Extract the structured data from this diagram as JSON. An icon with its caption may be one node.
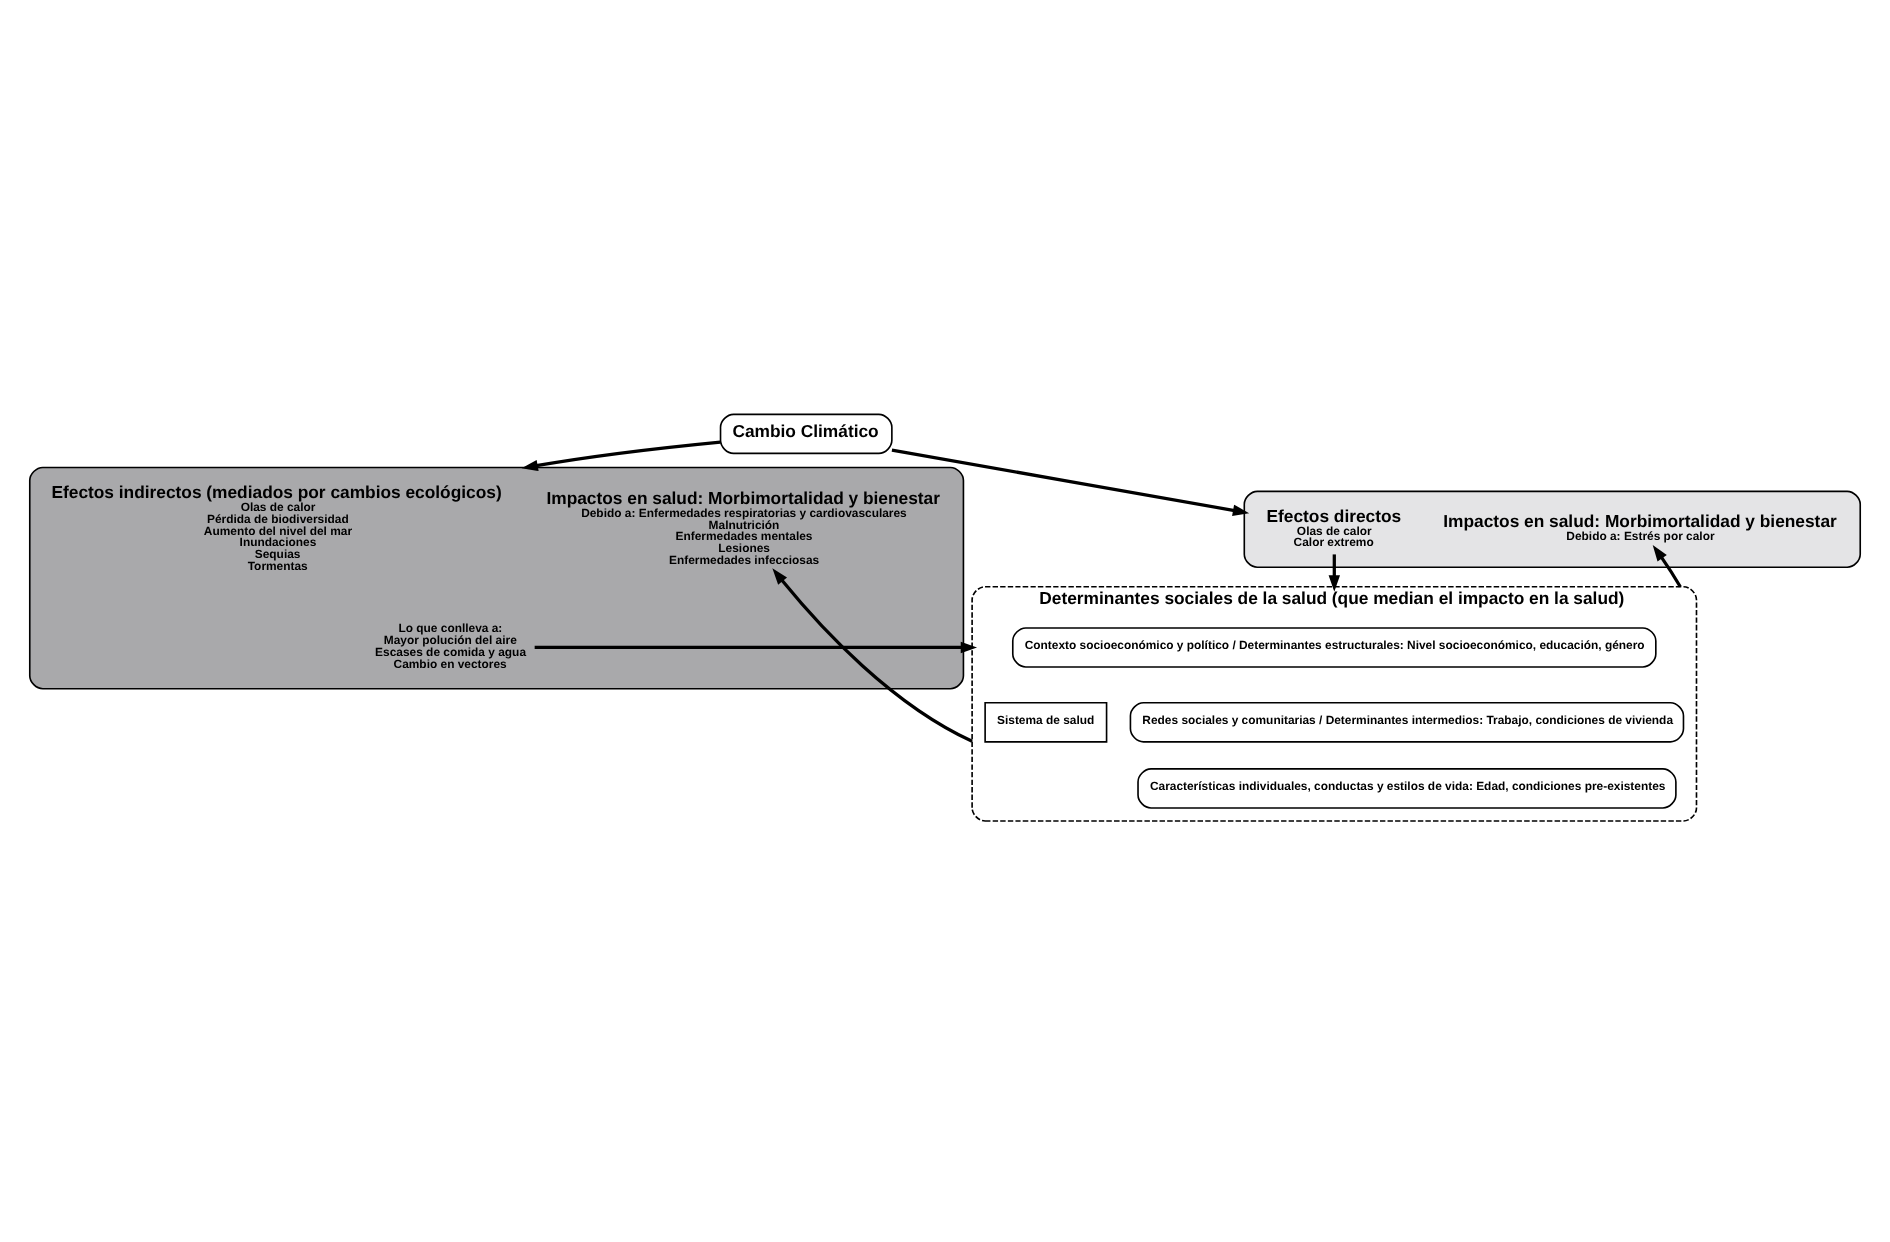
{
  "diagram": {
    "nodes": [
      {
        "text": [
          "Cambio Climático"
        ]
      },
      {
        "text": [],
        "shape": "box"
      },
      {
        "text": [
          "Efectos directos",
          "Olas de calor",
          "Calor extremo"
        ],
        "in": 1
      },
      {
        "text": [
          "Impactos en salud: Morbimortalidad y bienestar",
          "Debido a: Estrés por calor"
        ],
        "in": 1
      },
      {
        "text": [],
        "shape": "box"
      },
      {
        "text": [
          "Efectos indirectos (mediados por cambios ecológicos)",
          "Olas de calor",
          "Pérdida de biodiversidad",
          "Aumento del nivel del mar",
          "Inundaciones",
          "Sequias",
          "Tormentas"
        ],
        "in": 4
      },
      {
        "text": [
          "Lo que conlleva a:",
          "Mayor polución del aire",
          "Escases de comida y agua",
          "Cambio en vectores"
        ],
        "in": 4
      },
      {
        "text": [
          "Impactos en salud: Morbimortalidad y bienestar",
          "Debido a: Enfermedades respiratorias y cardiovasculares",
          "Malnutrición",
          "Enfermedades mentales",
          "Lesiones",
          "Enfermedades infecciosas"
        ],
        "in": 4
      },
      {
        "text": [
          "Determinantes sociales de la salud (que median el impacto en la salud)"
        ]
      },
      {
        "text": [
          "Contexto socioeconómico y político / Determinantes estructurales: Nivel socioeconómico, educación, género"
        ],
        "in": 8
      },
      {
        "text": [
          "Redes sociales y comunitarias / Determinantes intermedios: Trabajo, condiciones de vivienda"
        ],
        "in": 8
      },
      {
        "text": [
          "Características individuales, conductas y estilos de vida: Edad, condiciones pre-existentes"
        ],
        "in": 8
      },
      {
        "text": [
          "Sistema de salud"
        ],
        "in": 8
      }
    ],
    "edges": [
      {
        "from": 0,
        "to": 1,
        "arrow": "to"
      },
      {
        "from": 0,
        "to": 4,
        "arrow": "to"
      },
      {
        "from": 2,
        "to": 8,
        "arrow": "to"
      },
      {
        "from": 6,
        "to": 8,
        "arrow": "to"
      },
      {
        "from": 8,
        "to": 3,
        "arrow": "to"
      },
      {
        "from": 8,
        "to": 7,
        "arrow": "to"
      }
    ]
  }
}
